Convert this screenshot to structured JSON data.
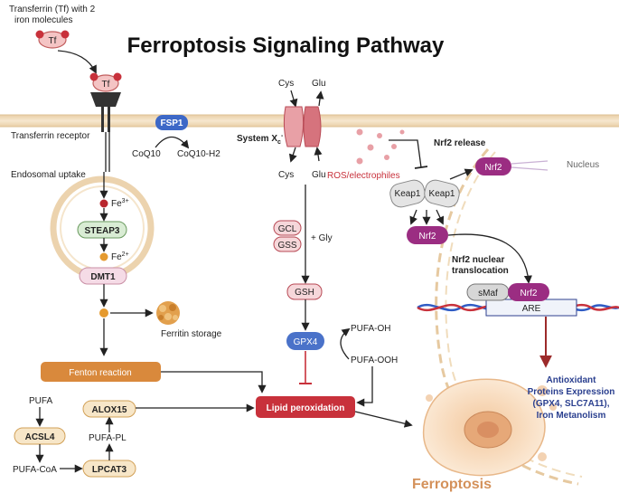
{
  "title": "Ferroptosis Signaling Pathway",
  "labels": {
    "tf_caption_line1": "Transferrin (Tf) with 2",
    "tf_caption_line2": "iron molecules",
    "tf": "Tf",
    "tf_receptor": "Tf",
    "transferrin_receptor": "Transferrin receptor",
    "endosomal_uptake": "Endosomal uptake",
    "fe3": "Fe",
    "fe3_sup": "3+",
    "steap3": "STEAP3",
    "fe2": "Fe",
    "fe2_sup": "2+",
    "dmt1": "DMT1",
    "ferritin_storage": "Ferritin storage",
    "fenton": "Fenton reaction",
    "fsp1": "FSP1",
    "coq10": "CoQ10",
    "coq10h2": "CoQ10-H2",
    "cys_top": "Cys",
    "glu_top": "Glu",
    "system_xc": "System X",
    "system_xc_sub": "c",
    "system_xc_sup": "-",
    "cys_bottom": "Cys",
    "glu_bottom": "Glu",
    "gcl": "GCL",
    "gss": "GSS",
    "gly": "+ Gly",
    "gsh": "GSH",
    "gpx4": "GPX4",
    "pufa_oh": "PUFA-OH",
    "pufa_ooh": "PUFA-OOH",
    "pufa": "PUFA",
    "acsl4": "ACSL4",
    "pufa_coa": "PUFA-CoA",
    "lpcat3": "LPCAT3",
    "pufa_pl": "PUFA-PL",
    "alox15": "ALOX15",
    "lipid_perox": "Lipid peroxidation",
    "ferroptosis": "Ferroptosis",
    "ros": "ROS/electrophiles",
    "nrf2_release": "Nrf2 release",
    "nrf2_top": "Nrf2",
    "nucleus": "Nucleus",
    "keap1_left": "Keap1",
    "keap1_right": "Keap1",
    "nrf2_mid": "Nrf2",
    "nrf2_translocation_line1": "Nrf2 nuclear",
    "nrf2_translocation_line2": "translocation",
    "smaf": "sMaf",
    "nrf2_dna": "Nrf2",
    "are": "ARE",
    "antioxidant_line1": "Antioxidant",
    "antioxidant_line2": "Proteins Expression",
    "antioxidant_line3": "(GPX4, SLC7A11),",
    "antioxidant_line4": "Iron Metanolism"
  },
  "colors": {
    "membrane": "#f3e0c2",
    "membrane_edge": "#e6c9a0",
    "fenton": "#d9893c",
    "lipid": "#c8313b",
    "fsp1": "#3d68c7",
    "gpx4": "#4a72c9",
    "nrf2": "#9b2d82",
    "dark_red_arrow": "#9c2a2a",
    "antioxidant_text": "#2a3f8f",
    "ferroptosis_text": "#d4915a"
  }
}
